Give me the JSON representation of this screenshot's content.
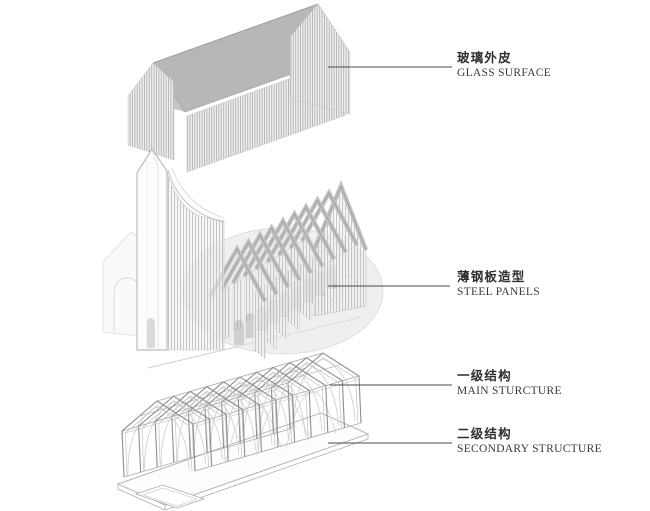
{
  "annotations": [
    {
      "zh": "玻璃外皮",
      "en": "GLASS SURFACE"
    },
    {
      "zh": "薄钢板造型",
      "en": "STEEL PANELS"
    },
    {
      "zh": "一级结构",
      "en": "MAIN STURCTURE"
    },
    {
      "zh": "二级结构",
      "en": "SECONDARY STRUCTURE"
    }
  ],
  "colors": {
    "background": "#ffffff",
    "leader_line": "#4a4a4a",
    "label_text": "#2e2e2e",
    "roof_gray": "#b7b7b7",
    "light_roof_gray": "#c6c6c6",
    "drawing_line_gray": "#9a9a9a",
    "stripe_gray": "#b2b2b2"
  }
}
